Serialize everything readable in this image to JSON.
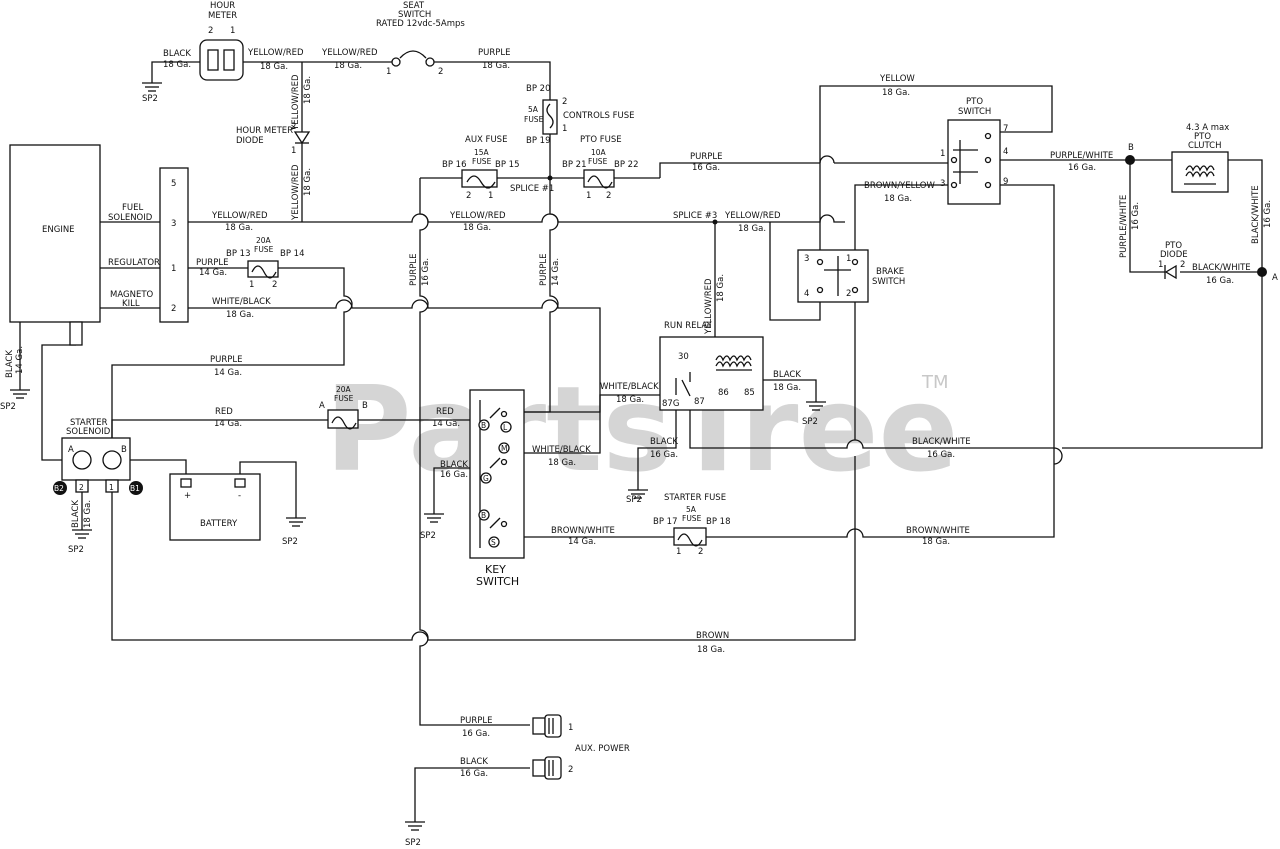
{
  "watermark": {
    "text": "PartsTree",
    "tm": "TM"
  },
  "labels": {
    "hour_meter": "HOUR",
    "hour_meter2": "METER",
    "hm_pin2": "2",
    "hm_pin1": "1",
    "black": "BLACK",
    "g18": "18 Ga.",
    "g16": "16 Ga.",
    "g14": "14 Ga.",
    "sp2": "SP2",
    "yellow_red": "YELLOW/RED",
    "seat_switch": "SEAT",
    "seat_switch2": "SWITCH",
    "seat_rated": "RATED 12vdc-5Amps",
    "purple": "PURPLE",
    "bp20": "BP 20",
    "bp19": "BP 19",
    "controls_fuse": "CONTROLS FUSE",
    "fuse5a": "5A",
    "fuse_word": "FUSE",
    "hour_meter_diode": "HOUR METER",
    "diode_word": "DIODE",
    "aux_fuse": "AUX FUSE",
    "fuse15a": "15A",
    "bp16": "BP 16",
    "bp15": "BP 15",
    "pto_fuse": "PTO FUSE",
    "fuse10a": "10A",
    "bp21": "BP 21",
    "bp22": "BP 22",
    "splice1": "SPLICE #1",
    "splice3": "SPLICE #3",
    "engine": "ENGINE",
    "fuel": "FUEL",
    "solenoid": "SOLENOID",
    "regulator": "REGULATOR",
    "magneto": "MAGNETO",
    "kill": "KILL",
    "fuse20a": "20A",
    "bp13": "BP 13",
    "bp14": "BP 14",
    "white_black": "WHITE/BLACK",
    "yellow": "YELLOW",
    "pto_switch": "PTO",
    "pto_switch2": "SWITCH",
    "brown_yellow": "BROWN/YELLOW",
    "purple_white": "PURPLE/WHITE",
    "pto_clutch1": "4.3 A max",
    "pto_clutch2": "PTO",
    "pto_clutch3": "CLUTCH",
    "black_white": "BLACK/WHITE",
    "pto_diode": "PTO",
    "pto_diode2": "DIODE",
    "brake_switch": "BRAKE",
    "brake_switch2": "SWITCH",
    "run_relay": "RUN RELAY",
    "r30": "30",
    "r87g": "87G",
    "r87": "87",
    "r86": "86",
    "r85": "85",
    "starter_solenoid": "STARTER",
    "starter_solenoid2": "SOLENOID",
    "red": "RED",
    "battery": "BATTERY",
    "plus": "+",
    "minus": "-",
    "key_switch": "KEY",
    "key_switch2": "SWITCH",
    "starter_fuse": "STARTER FUSE",
    "bp17": "BP 17",
    "bp18": "BP 18",
    "brown_white": "BROWN/WHITE",
    "brown": "BROWN",
    "aux_power": "AUX. POWER",
    "pinA": "A",
    "pinB": "B",
    "b1": "B1",
    "b2": "B2",
    "n1": "1",
    "n2": "2",
    "n3": "3",
    "n4": "4",
    "n5": "5",
    "n7": "7",
    "n9": "9",
    "kB": "B",
    "kL": "L",
    "kM": "M",
    "kG": "G",
    "kS": "S"
  }
}
